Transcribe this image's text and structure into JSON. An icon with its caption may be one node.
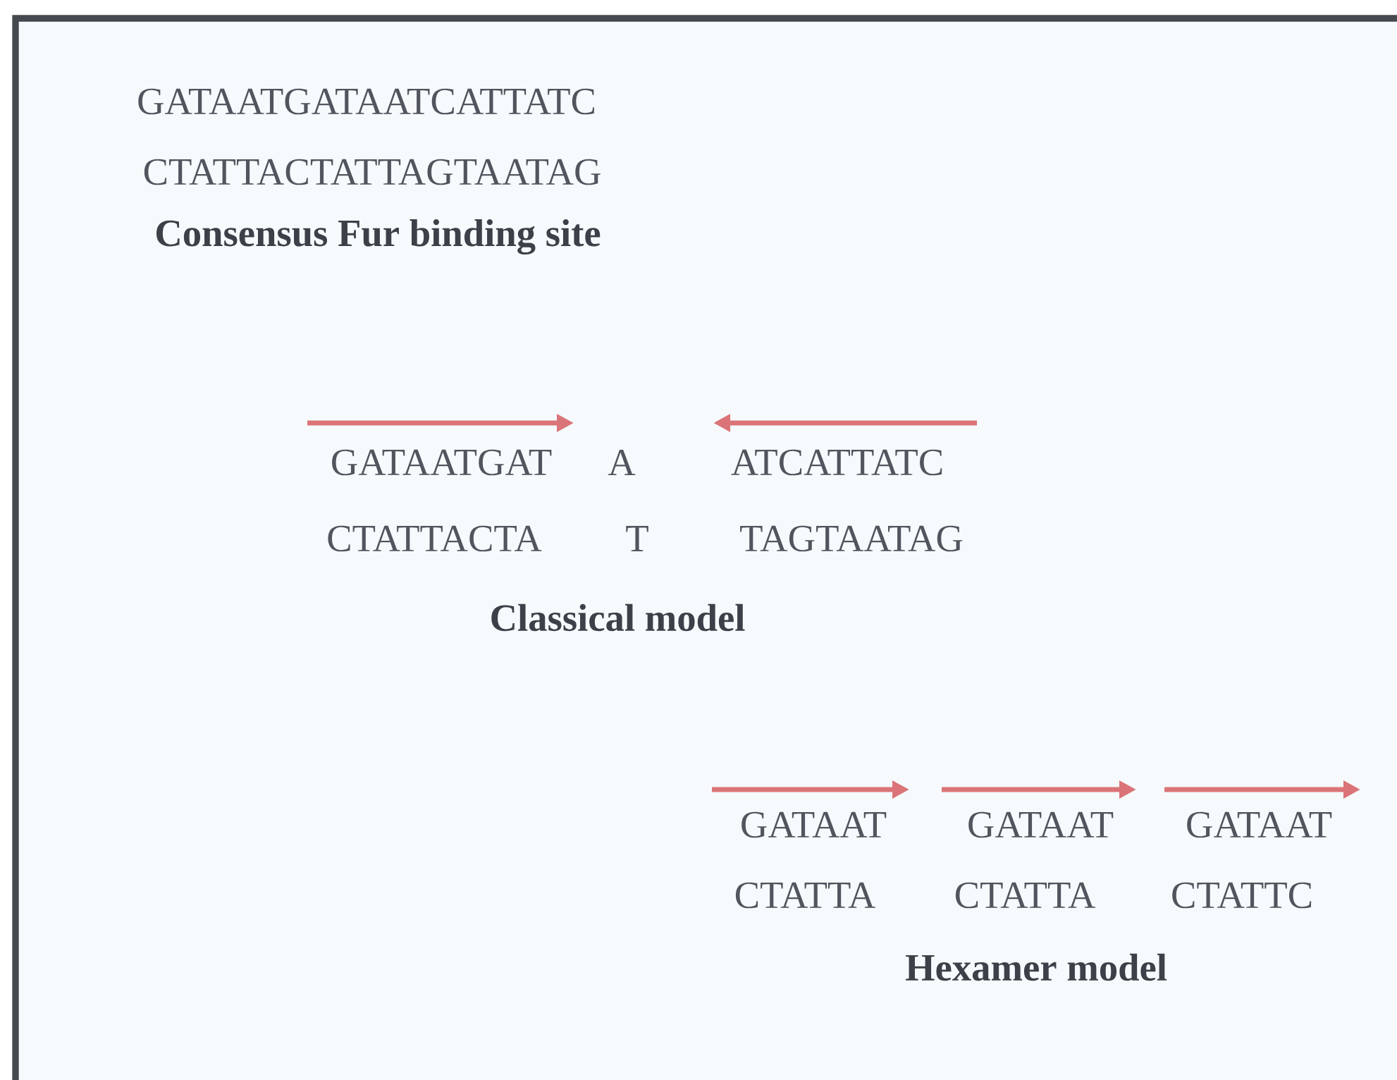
{
  "diagram": {
    "labels": [
      "GATAATGATAATCATTATC",
      "CTATTACTATTAGTAATAG",
      "Consensus Fur binding site",
      "GATAATGAT",
      "A",
      "ATCATTATC",
      "CTATTACTA",
      "T",
      "TAGTAATAG",
      "Classical model",
      "GATAAT",
      "GATAAT",
      "GATAAT",
      "CTATTA",
      "CTATTA",
      "CTATTC",
      "Hexamer model"
    ]
  }
}
